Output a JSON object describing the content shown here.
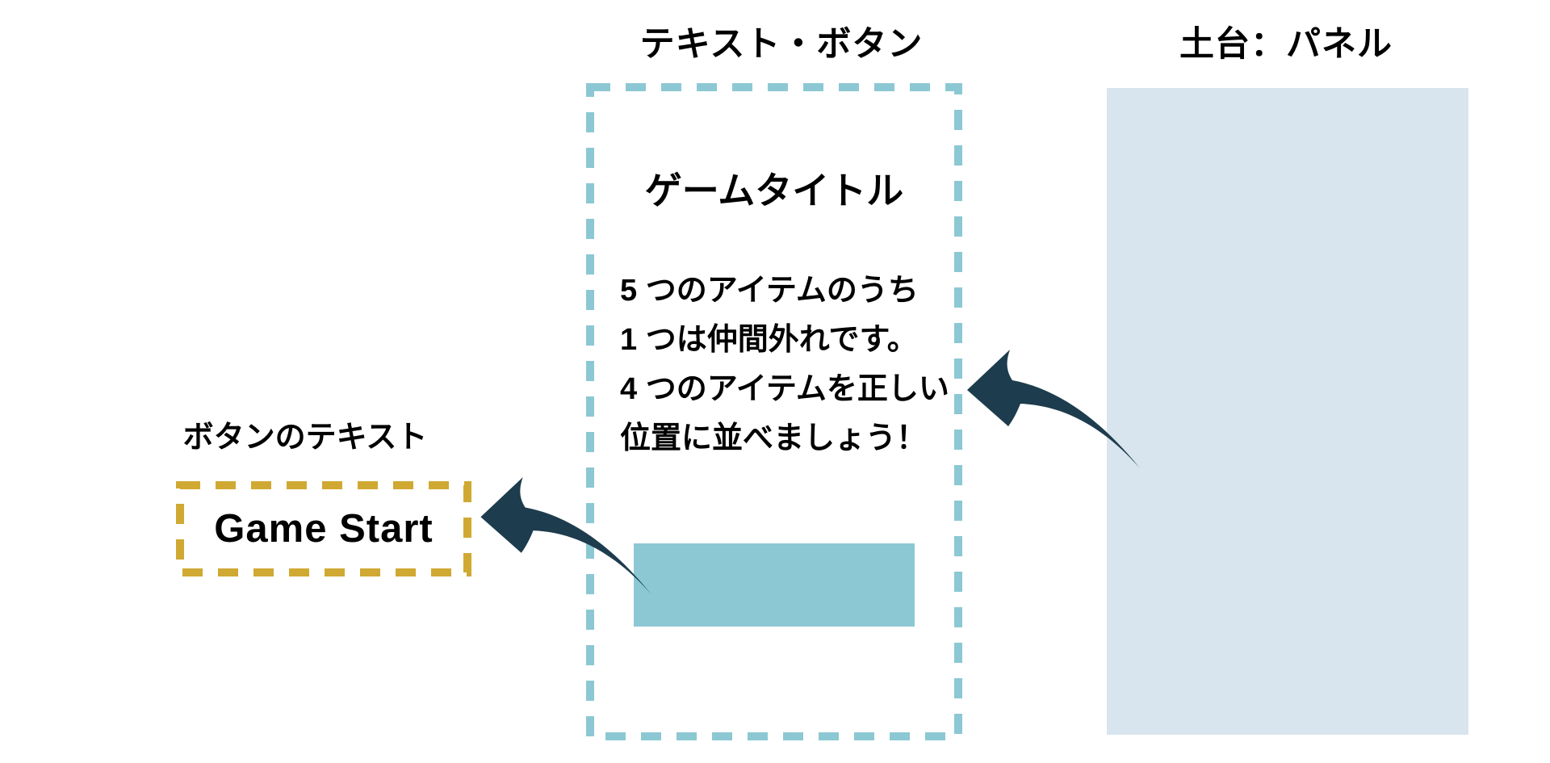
{
  "labels": {
    "text_button": "テキスト・ボタン",
    "base_panel": "土台：パネル",
    "button_text": "ボタンのテキスト"
  },
  "start_screen": {
    "title": "ゲームタイトル",
    "description_lines": [
      "5 つのアイテムのうち",
      "1 つは仲間外れです。",
      "4 つのアイテムを正しい",
      "位置に並べましょう！"
    ],
    "start_button_text": "Game Start"
  },
  "colors": {
    "teal": "#8CC8D3",
    "panel": "#D9E5EE",
    "gold": "#D0A933",
    "arrow": "#1D3C4E",
    "text": "#000000"
  }
}
